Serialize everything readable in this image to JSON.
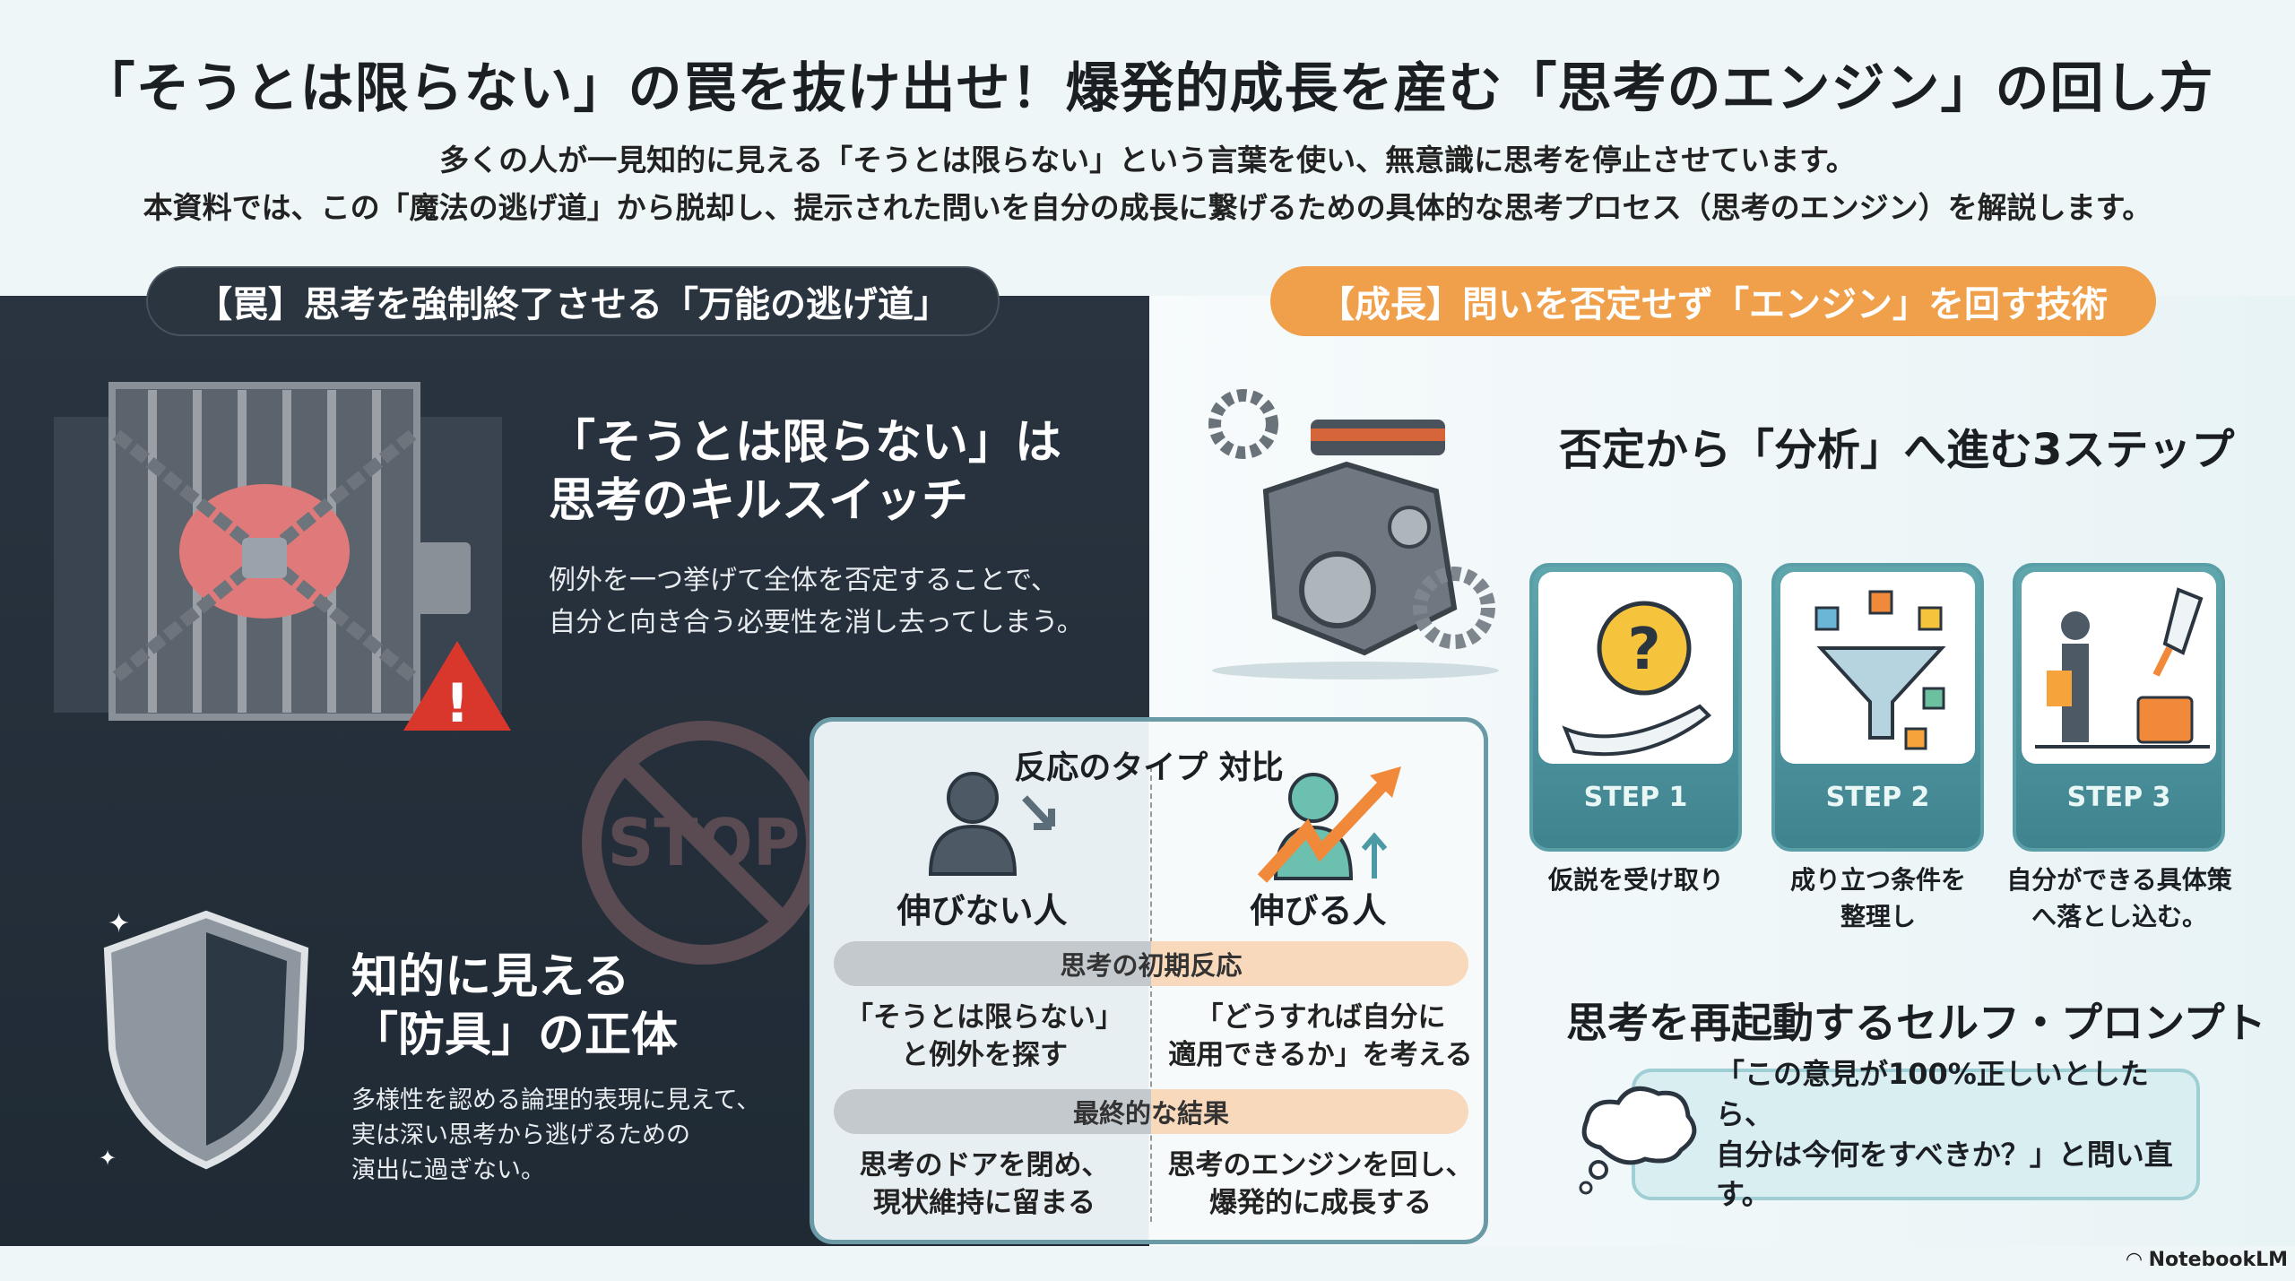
{
  "title": "「そうとは限らない」の罠を抜け出せ！爆発的成長を産む「思考のエンジン」の回し方",
  "subtitle": [
    "多くの人が一見知的に見える「そうとは限らない」という言葉を使い、無意識に思考を停止させています。",
    "本資料では、この「魔法の逃げ道」から脱却し、提示された問いを自分の成長に繋げるための具体的な思考プロセス（思考のエンジン）を解説します。"
  ],
  "left": {
    "header": "【罠】思考を強制終了させる「万能の逃げ道」",
    "section1": {
      "heading": [
        "「そうとは限らない」は",
        "思考のキルスイッチ"
      ],
      "body": [
        "例外を一つ挙げて全体を否定することで、",
        "自分と向き合う必要性を消し去ってしまう。"
      ]
    },
    "stop_sign": "STOP",
    "section2": {
      "heading": [
        "知的に見える",
        "「防具」の正体"
      ],
      "body": [
        "多様性を認める論理的表現に見えて、",
        "実は深い思考から逃げるための",
        "演出に過ぎない。"
      ]
    }
  },
  "comparison": {
    "title": "反応のタイプ 対比",
    "left_label": "伸びない人",
    "right_label": "伸びる人",
    "band1": "思考の初期反応",
    "row1": {
      "left": [
        "「そうとは限らない」",
        "と例外を探す"
      ],
      "right": [
        "「どうすれば自分に",
        "適用できるか」を考える"
      ]
    },
    "band2": "最終的な結果",
    "row2": {
      "left": [
        "思考のドアを閉め、",
        "現状維持に留まる"
      ],
      "right": [
        "思考のエンジンを回し、",
        "爆発的に成長する"
      ]
    }
  },
  "right": {
    "header": "【成長】問いを否定せず「エンジン」を回す技術",
    "steps_title": "否定から「分析」へ進む3ステップ",
    "steps": [
      {
        "label": "STEP 1",
        "caption": [
          "仮説を受け取り"
        ]
      },
      {
        "label": "STEP 2",
        "caption": [
          "成り立つ条件を",
          "整理し"
        ]
      },
      {
        "label": "STEP 3",
        "caption": [
          "自分ができる具体策",
          "へ落とし込む。"
        ]
      }
    ],
    "prompt_title": "思考を再起動するセルフ・プロンプト",
    "prompt": [
      "「この意見が100%正しいとしたら、",
      "自分は今何をすべきか？」と問い直す。"
    ]
  },
  "brand": "NotebookLM",
  "colors": {
    "dark": "#2b3540",
    "orange": "#f0a04b",
    "teal": "#4d97a0"
  }
}
